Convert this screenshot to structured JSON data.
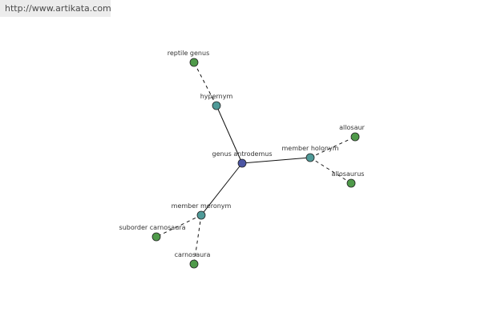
{
  "watermark": {
    "text": "http://www.artikata.com"
  },
  "graph": {
    "colors": {
      "center": "#4b55a3",
      "relation": "#4f9a98",
      "leaf": "#4f9a4a"
    },
    "nodes": [
      {
        "id": "center",
        "label": "genus antrodemus",
        "kind": "center"
      },
      {
        "id": "hypernym",
        "label": "hypernym",
        "kind": "relation"
      },
      {
        "id": "holonym",
        "label": "member holonym",
        "kind": "relation"
      },
      {
        "id": "meronym",
        "label": "member meronym",
        "kind": "relation"
      },
      {
        "id": "reptile",
        "label": "reptile genus",
        "kind": "leaf"
      },
      {
        "id": "allosaur",
        "label": "allosaur",
        "kind": "leaf"
      },
      {
        "id": "allosaurus",
        "label": "allosaurus",
        "kind": "leaf"
      },
      {
        "id": "carnosaura_sub",
        "label": "suborder carnosaura",
        "kind": "leaf"
      },
      {
        "id": "carnosaura",
        "label": "carnosaura",
        "kind": "leaf"
      }
    ],
    "edges": [
      {
        "from": "center",
        "to": "hypernym",
        "style": "solid"
      },
      {
        "from": "center",
        "to": "holonym",
        "style": "solid"
      },
      {
        "from": "center",
        "to": "meronym",
        "style": "solid"
      },
      {
        "from": "hypernym",
        "to": "reptile",
        "style": "dashed"
      },
      {
        "from": "holonym",
        "to": "allosaur",
        "style": "dashed"
      },
      {
        "from": "holonym",
        "to": "allosaurus",
        "style": "dashed"
      },
      {
        "from": "meronym",
        "to": "carnosaura_sub",
        "style": "dashed"
      },
      {
        "from": "meronym",
        "to": "carnosaura",
        "style": "dashed"
      }
    ]
  }
}
